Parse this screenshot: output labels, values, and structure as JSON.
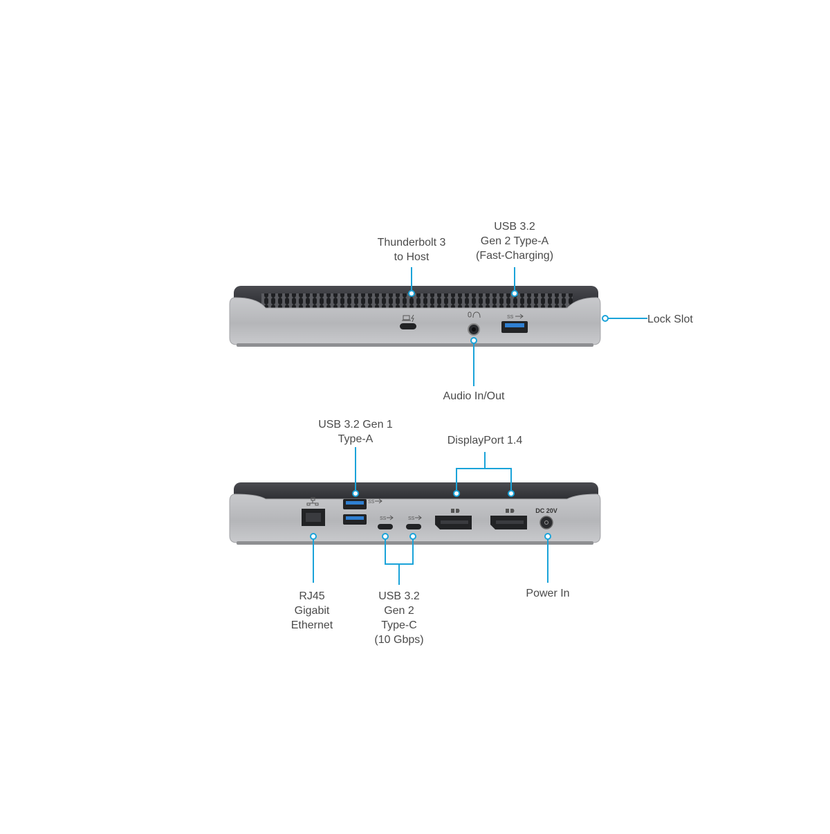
{
  "accent_color": "#1aa3d9",
  "device_colors": {
    "body": "#b9babd",
    "top": "#3b3c40",
    "vent": "#1e1f22",
    "port": "#222325"
  },
  "front_view": {
    "labels": {
      "thunderbolt": [
        "Thunderbolt 3",
        "to Host"
      ],
      "usb_a_fast": [
        "USB 3.2",
        "Gen 2 Type-A",
        "(Fast-Charging)"
      ],
      "lock_slot": [
        "Lock Slot"
      ],
      "audio": [
        "Audio In/Out"
      ]
    }
  },
  "rear_view": {
    "labels": {
      "usb_a_gen1": [
        "USB 3.2 Gen 1",
        "Type-A"
      ],
      "displayport": [
        "DisplayPort 1.4"
      ],
      "rj45": [
        "RJ45",
        "Gigabit",
        "Ethernet"
      ],
      "usb_c_gen2": [
        "USB 3.2",
        "Gen 2",
        "Type-C",
        "(10 Gbps)"
      ],
      "power": [
        "Power In"
      ]
    },
    "port_markings": {
      "dc_label": "DC 20V"
    }
  },
  "icons": [
    "laptop-icon",
    "lightning-icon",
    "headset-icon",
    "usb-ss-icon",
    "network-icon",
    "displayport-icon",
    "power-icon"
  ]
}
